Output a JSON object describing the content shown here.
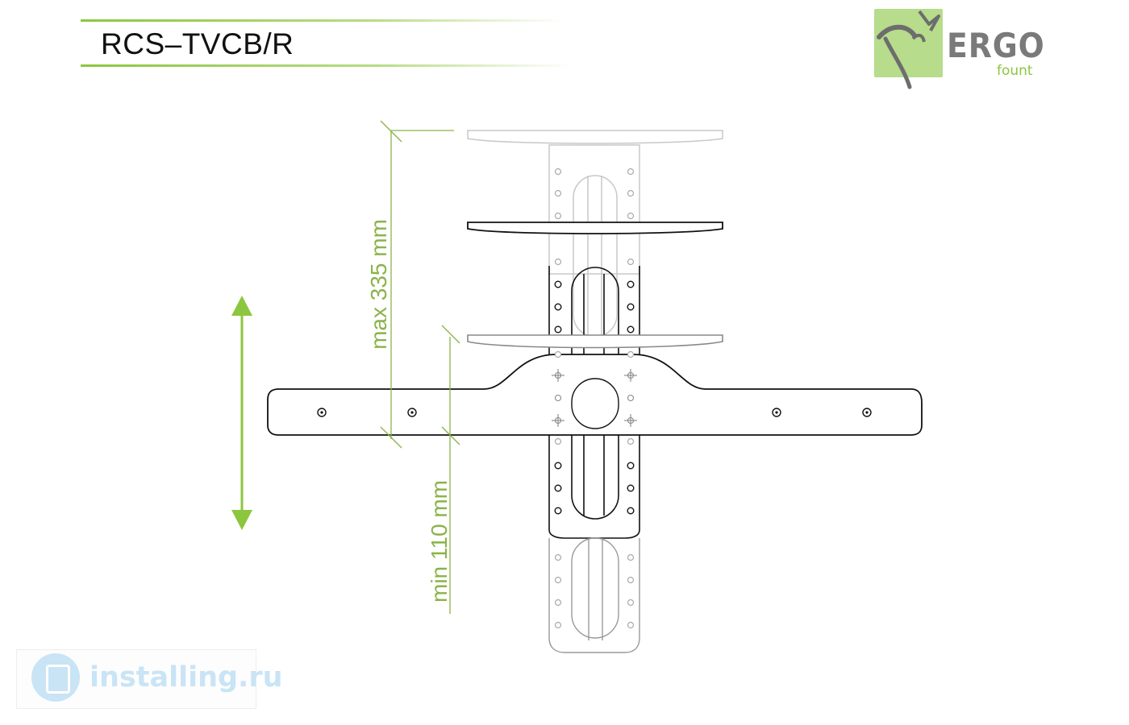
{
  "header": {
    "title": "RCS–TVCB/R"
  },
  "logo": {
    "word": "ERGO",
    "sub": "fount"
  },
  "dimensions": {
    "max_label": "max 335 mm",
    "min_label": "min 110 mm"
  },
  "watermark": {
    "text": "installing.ru"
  },
  "colors": {
    "accent": "#8cc63f",
    "dimension": "#8ab34a",
    "outline": "#111111",
    "ghost": "#c8c8c8"
  },
  "icons": {
    "adjust_arrow": "up-down-arrow-icon",
    "logo_mark": "ergofount-logo-mark-icon",
    "watermark_mark": "installing-logo-icon"
  }
}
